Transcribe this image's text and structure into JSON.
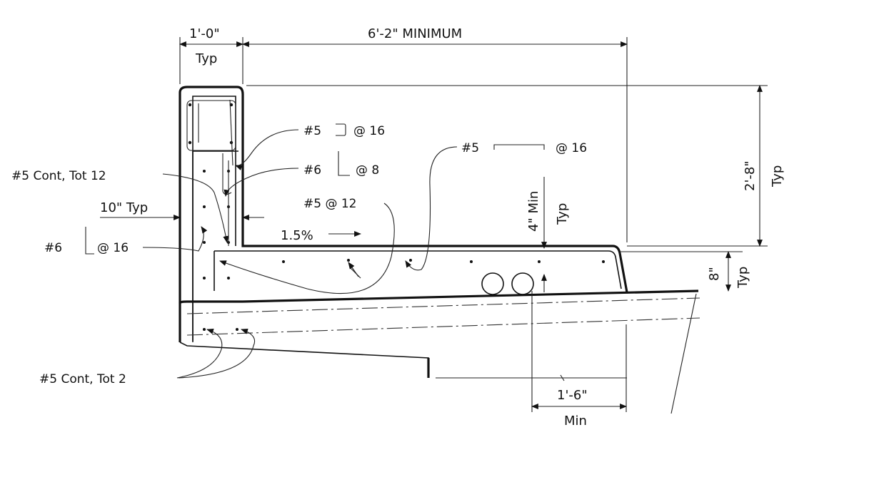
{
  "dimensions": {
    "barrier_width": "1'-0\"",
    "barrier_width_note": "Typ",
    "clear_width": "6'-2\" MINIMUM",
    "height": "2'-8\"",
    "height_note": "Typ",
    "face_thickness": "10\" Typ",
    "slab_cover": "4\" Min",
    "slab_cover_note": "Typ",
    "slab_thickness": "8\"",
    "slab_thickness_note": "Typ",
    "overhang": "1'-6\"",
    "overhang_note": "Min",
    "cross_slope": "1.5%"
  },
  "rebar_callouts": {
    "stirrup_bar": "#5",
    "stirrup_spacing": "@ 16",
    "hook_bar": "#6",
    "hook_spacing": "@ 8",
    "slab_top_bar": "#5 @ 12",
    "slab_bar": "#5",
    "slab_bar_spacing": "@ 16",
    "longitudinal_barrier": "#5 Cont, Tot 12",
    "face_bar": "#6",
    "face_bar_spacing": "@ 16",
    "longitudinal_slab": "#5 Cont, Tot 2"
  }
}
